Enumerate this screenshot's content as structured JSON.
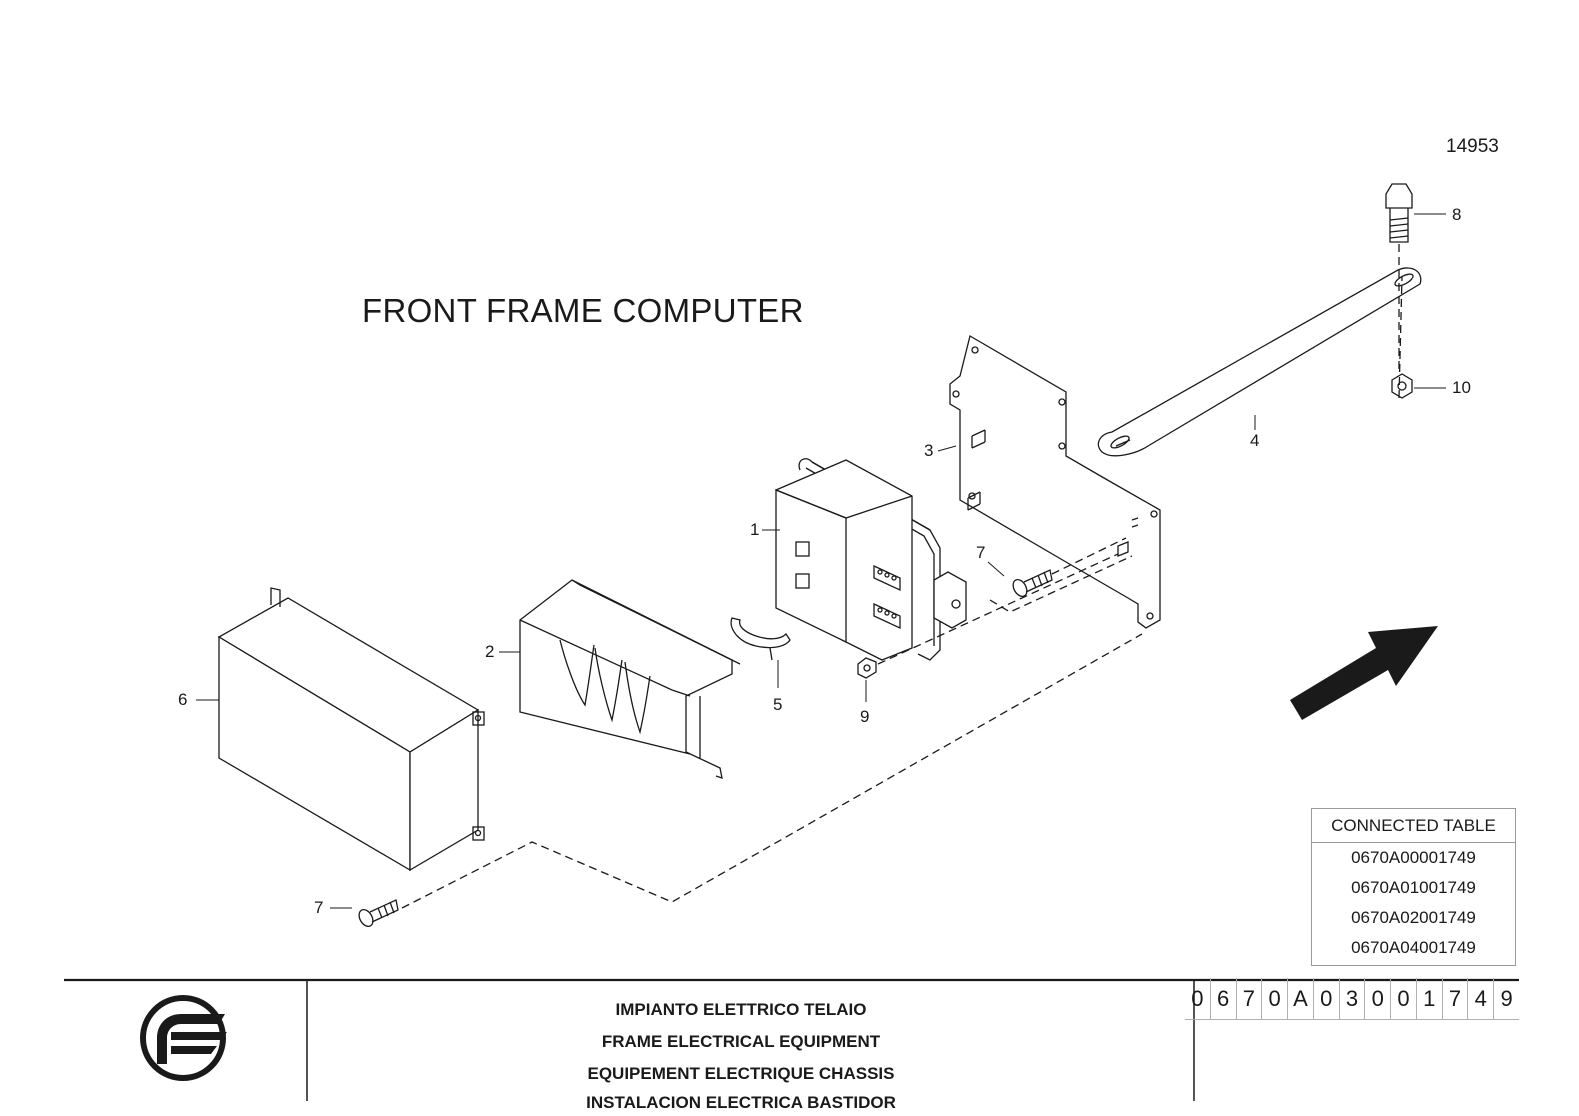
{
  "header": {
    "drawing_number": "14953",
    "title": "FRONT FRAME COMPUTER"
  },
  "callouts": {
    "c1": "1",
    "c2": "2",
    "c3": "3",
    "c4": "4",
    "c5": "5",
    "c6": "6",
    "c7a": "7",
    "c7b": "7",
    "c8": "8",
    "c9": "9",
    "c10": "10"
  },
  "connected_table": {
    "heading": "CONNECTED TABLE",
    "rows": [
      "0670A00001749",
      "0670A01001749",
      "0670A02001749",
      "0670A04001749"
    ]
  },
  "title_block": {
    "line_it": "IMPIANTO ELETTRICO TELAIO",
    "line_en": "FRAME ELECTRICAL EQUIPMENT",
    "line_fr": "EQUIPEMENT ELECTRIQUE CHASSIS",
    "line_es": "INSTALACION ELECTRICA BASTIDOR",
    "code_chars": [
      "0",
      "6",
      "7",
      "0",
      "A",
      "0",
      "3",
      "0",
      "0",
      "1",
      "7",
      "4",
      "9"
    ]
  },
  "colors": {
    "ink": "#1a1a1a",
    "arrow": "#1a1a1a"
  },
  "icons": {
    "logo": "manufacturer-logo-icon",
    "arrow": "direction-arrow-icon"
  }
}
